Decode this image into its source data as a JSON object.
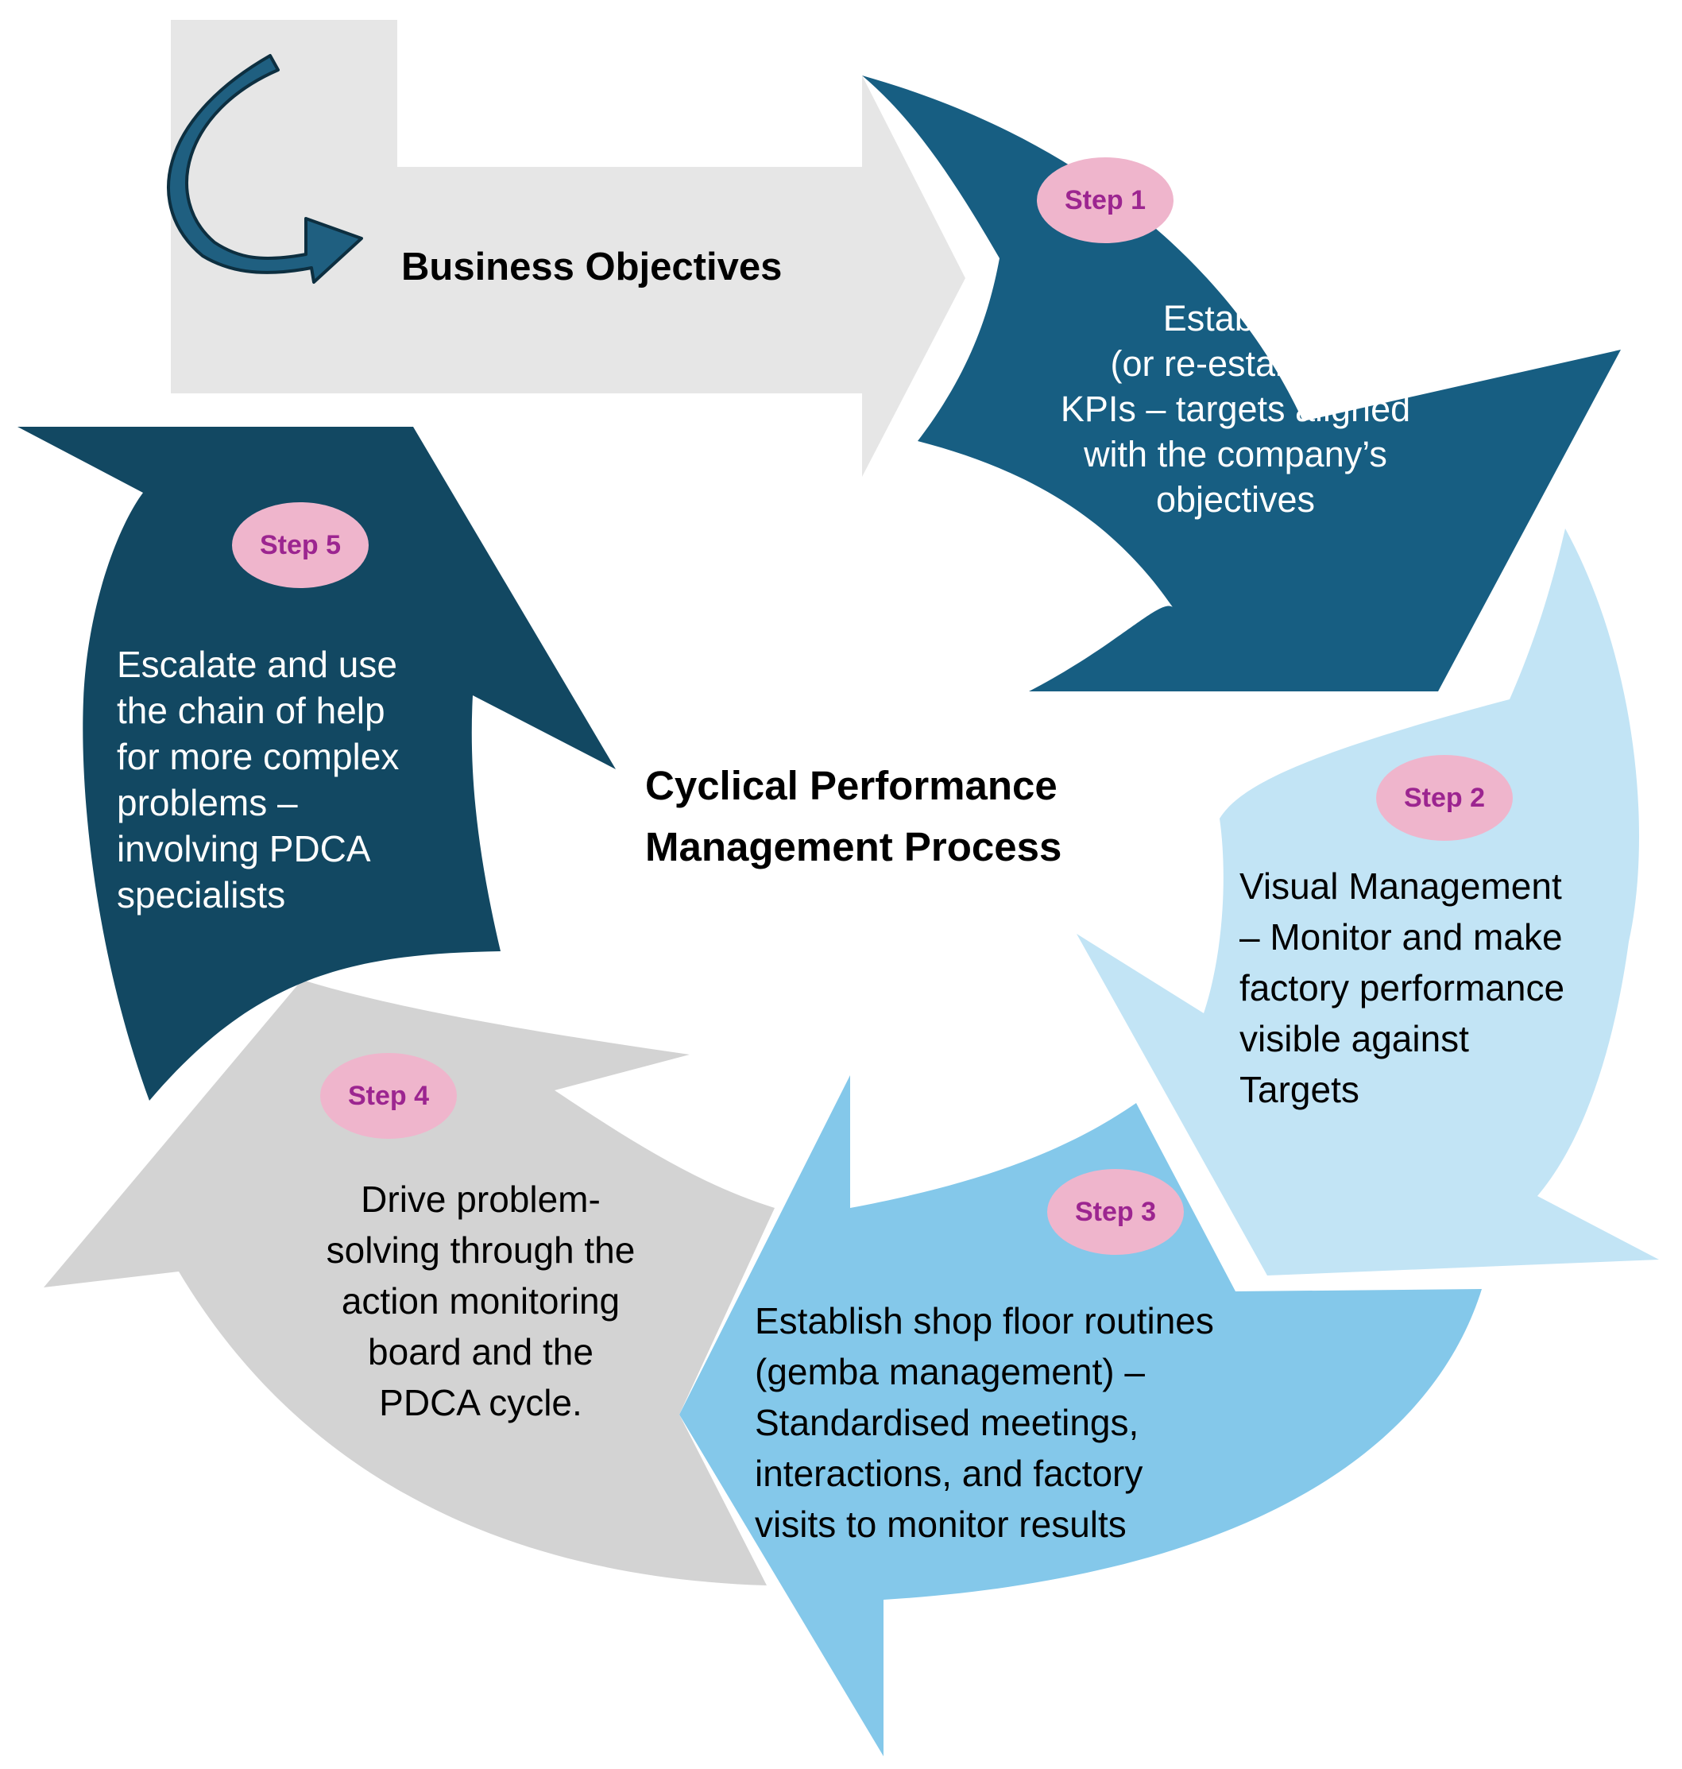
{
  "diagram": {
    "title_lines": [
      "Cyclical Performance",
      "Management Process"
    ],
    "business_objectives": "Business Objectives",
    "colors": {
      "input_arrow": "#e6e6e6",
      "step1": "#175e82",
      "step2": "#c2e4f5",
      "step3": "#84c8ea",
      "step4": "#d3d3d3",
      "step5": "#124862",
      "badge_fill": "#efb5cc",
      "badge_text": "#9c2590",
      "curved_arrow": "#1f5f80"
    },
    "steps": [
      {
        "badge": "Step 1",
        "lines": [
          "Establish",
          "(or re-establish)",
          "KPIs – targets aligned",
          "with the company’s",
          "objectives"
        ]
      },
      {
        "badge": "Step 2",
        "lines": [
          "Visual Management",
          "– Monitor and make",
          "factory performance",
          "visible against",
          "Targets"
        ]
      },
      {
        "badge": "Step 3",
        "lines": [
          "Establish shop floor routines",
          "(gemba management) –",
          "Standardised meetings,",
          "interactions, and factory",
          "visits to monitor results"
        ]
      },
      {
        "badge": "Step 4",
        "lines": [
          "Drive problem-",
          "solving through the",
          "action monitoring",
          "board and the",
          "PDCA cycle."
        ]
      },
      {
        "badge": "Step 5",
        "lines": [
          "Escalate and use",
          "the chain of help",
          "for more complex",
          "problems –",
          "involving PDCA",
          "specialists"
        ]
      }
    ]
  }
}
